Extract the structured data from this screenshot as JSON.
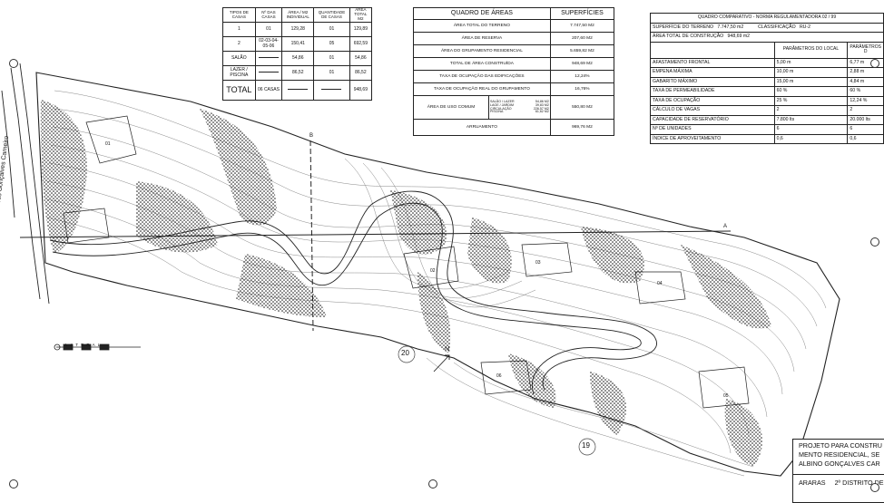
{
  "table_houses": {
    "headers": [
      "TIPOS DE CASAS",
      "Nº DAS CASAS",
      "ÁREA / M2 INDIVIDUAL",
      "QUANTIDADE DE CASAS",
      "ÁREA TOTAL M2"
    ],
    "rows": [
      [
        "1",
        "01",
        "129,28",
        "01",
        "129,89"
      ],
      [
        "2",
        "02-03-04-05-06",
        "150,41",
        "05",
        "692,59"
      ],
      [
        "SALÃO",
        "",
        "54,86",
        "01",
        "54,86"
      ],
      [
        "LAZER / PISCINA",
        "",
        "86,52",
        "01",
        "86,52"
      ]
    ],
    "total_label": "TOTAL",
    "total_houses": "06 CASAS",
    "total_area": "948,69"
  },
  "table_areas": {
    "title": "QUADRO DE ÁREAS",
    "col2": "SUPERFÍCIES",
    "rows": [
      [
        "ÁREA TOTAL DO TERRENO",
        "7.747,50 M2"
      ],
      [
        "ÁREA DE RESERVA",
        "207,60 M2"
      ],
      [
        "ÁREA DO GRUPAMENTO RESIDENCIAL",
        "5.659,82 M2"
      ],
      [
        "TOTAL DE ÁREA CONSTRUÍDA",
        "948,69 M2"
      ],
      [
        "TAXA DE OCUPAÇÃO DAS EDIFICAÇÕES",
        "12,24%"
      ],
      [
        "TAXA DE OCUPAÇÃO REAL DO GRUPAMENTO",
        "16,76%"
      ]
    ],
    "common_label": "ÁREA DE USO COMUM",
    "common_sub": [
      "SALÃO / LAZER",
      "LAGE / JARDIM",
      "CIRCULAÇÃO",
      "PISCINA"
    ],
    "common_sub_values": [
      "54,86 M2",
      "39,83 M2",
      "226,57 M2",
      "61,62 M2"
    ],
    "common_value": "550,80 M2",
    "bottom_label": "ARRUAMENTO",
    "bottom_value": "969,76 M2"
  },
  "table_params": {
    "title": "QUADRO COMPARATIVO - NORMA REGULAMENTADORA 02 / 99",
    "terrain_label": "SUPERFÍCIE DO TERRENO",
    "terrain_value": "7.747,50 m2",
    "class_label": "CLASSIFICAÇÃO",
    "class_value": "RU-2",
    "built_label": "ÁREA TOTAL DE CONSTRUÇÃO",
    "built_value": "948,69 m2",
    "col_local": "PARÂMETROS DO LOCAL",
    "col_project": "PARÂMETROS D",
    "rows": [
      [
        "AFASTAMENTO FRONTAL",
        "5,00 m",
        "6,77 m"
      ],
      [
        "EMPENA MÁXIMA",
        "10,00 m",
        "2,88 m"
      ],
      [
        "GABARITO MÁXIMO",
        "15,00 m",
        "4,84 m"
      ],
      [
        "TAXA DE PERMEABILIDADE",
        "60 %",
        "60 %"
      ],
      [
        "TAXA DE OCUPAÇÃO",
        "25 %",
        "12,24 %"
      ],
      [
        "CÁLCULO DE VAGAS",
        "2",
        "2"
      ],
      [
        "CAPACIDADE DE RESERVATÓRIO",
        "7.800 lts",
        "20.000 lts"
      ],
      [
        "Nº DE UNIDADES",
        "6",
        "6"
      ],
      [
        "ÍNDICE DE APROVEITAMENTO",
        "0,6",
        "0,6"
      ]
    ]
  },
  "title_block": {
    "line1": "PROJETO PARA CONSTRU",
    "line2": "MENTO RESIDENCIAL, SE",
    "line3": "ALBINO GONÇALVES CAR",
    "city": "ARARAS",
    "district": "2º DISTRITO DE"
  },
  "plan": {
    "street": "Rua Albino Alves Gonçalves Carneiro",
    "lot_20": "20",
    "lot_19": "19",
    "north": "N",
    "section_a": "A",
    "section_b": "B",
    "houses": [
      "01",
      "02",
      "03",
      "04",
      "05",
      "06"
    ],
    "scale_label": "L A T E R A L"
  },
  "colors": {
    "line": "#222222",
    "contour": "#888888",
    "paper": "#ffffff"
  }
}
